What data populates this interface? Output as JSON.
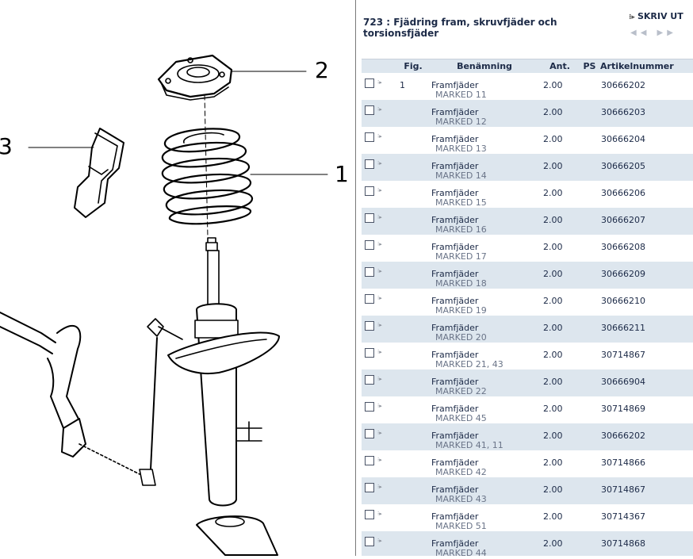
{
  "diagram": {
    "callouts": [
      "1",
      "2",
      "3"
    ]
  },
  "panel": {
    "title": "723 : Fjädring fram, skruvfjäder och torsionsfjäder",
    "print_label": "SKRIV UT",
    "pager": "◀◀ ▶▶"
  },
  "table": {
    "headers": [
      "Fig.",
      "Benämning",
      "Ant.",
      "PS",
      "Artikelnummer"
    ],
    "rows": [
      {
        "fig": "1",
        "name": "Framfjäder",
        "marked": "MARKED 11",
        "ant": "2.00",
        "ps": "",
        "art": "30666202"
      },
      {
        "fig": "",
        "name": "Framfjäder",
        "marked": "MARKED 12",
        "ant": "2.00",
        "ps": "",
        "art": "30666203"
      },
      {
        "fig": "",
        "name": "Framfjäder",
        "marked": "MARKED 13",
        "ant": "2.00",
        "ps": "",
        "art": "30666204"
      },
      {
        "fig": "",
        "name": "Framfjäder",
        "marked": "MARKED 14",
        "ant": "2.00",
        "ps": "",
        "art": "30666205"
      },
      {
        "fig": "",
        "name": "Framfjäder",
        "marked": "MARKED 15",
        "ant": "2.00",
        "ps": "",
        "art": "30666206"
      },
      {
        "fig": "",
        "name": "Framfjäder",
        "marked": "MARKED 16",
        "ant": "2.00",
        "ps": "",
        "art": "30666207"
      },
      {
        "fig": "",
        "name": "Framfjäder",
        "marked": "MARKED 17",
        "ant": "2.00",
        "ps": "",
        "art": "30666208"
      },
      {
        "fig": "",
        "name": "Framfjäder",
        "marked": "MARKED 18",
        "ant": "2.00",
        "ps": "",
        "art": "30666209"
      },
      {
        "fig": "",
        "name": "Framfjäder",
        "marked": "MARKED 19",
        "ant": "2.00",
        "ps": "",
        "art": "30666210"
      },
      {
        "fig": "",
        "name": "Framfjäder",
        "marked": "MARKED 20",
        "ant": "2.00",
        "ps": "",
        "art": "30666211"
      },
      {
        "fig": "",
        "name": "Framfjäder",
        "marked": "MARKED 21, 43",
        "ant": "2.00",
        "ps": "",
        "art": "30714867"
      },
      {
        "fig": "",
        "name": "Framfjäder",
        "marked": "MARKED 22",
        "ant": "2.00",
        "ps": "",
        "art": "30666904"
      },
      {
        "fig": "",
        "name": "Framfjäder",
        "marked": "MARKED 45",
        "ant": "2.00",
        "ps": "",
        "art": "30714869"
      },
      {
        "fig": "",
        "name": "Framfjäder",
        "marked": "MARKED 41, 11",
        "ant": "2.00",
        "ps": "",
        "art": "30666202"
      },
      {
        "fig": "",
        "name": "Framfjäder",
        "marked": "MARKED 42",
        "ant": "2.00",
        "ps": "",
        "art": "30714866"
      },
      {
        "fig": "",
        "name": "Framfjäder",
        "marked": "MARKED 43",
        "ant": "2.00",
        "ps": "",
        "art": "30714867"
      },
      {
        "fig": "",
        "name": "Framfjäder",
        "marked": "MARKED 51",
        "ant": "2.00",
        "ps": "",
        "art": "30714367"
      },
      {
        "fig": "",
        "name": "Framfjäder",
        "marked": "MARKED 44",
        "ant": "2.00",
        "ps": "",
        "art": "30714868"
      }
    ]
  }
}
